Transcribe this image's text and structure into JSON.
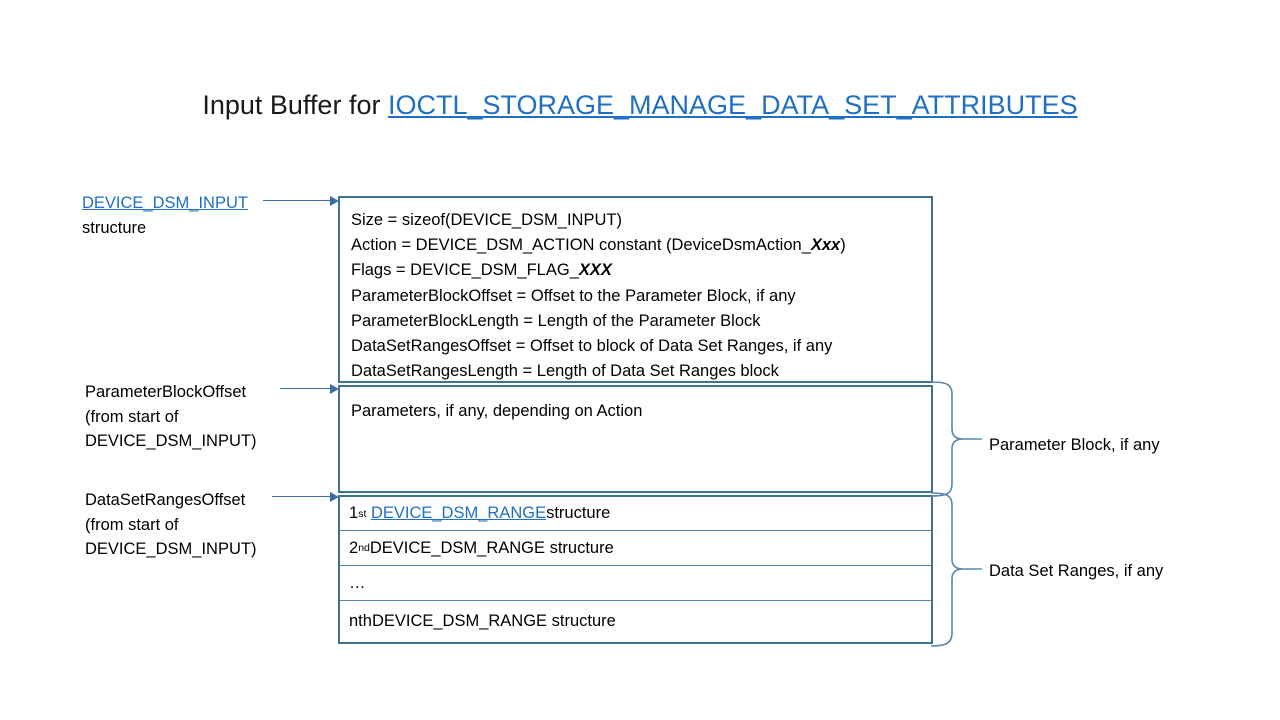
{
  "title": {
    "prefix": "Input Buffer for ",
    "link": "IOCTL_STORAGE_MANAGE_DATA_SET_ATTRIBUTES"
  },
  "side_labels": {
    "device_dsm_input": {
      "link": "DEVICE_DSM_INPUT",
      "line2": "structure"
    },
    "parameter_block_offset": {
      "line1": "ParameterBlockOffset",
      "line2": "(from start of",
      "line3": "DEVICE_DSM_INPUT)"
    },
    "dataset_ranges_offset": {
      "line1": "DataSetRangesOffset",
      "line2": "(from start of",
      "line3": "DEVICE_DSM_INPUT)"
    }
  },
  "header_box": {
    "lines": [
      {
        "text": "Size  = sizeof(DEVICE_DSM_INPUT)"
      },
      {
        "pre": "Action = DEVICE_DSM_ACTION  constant (DeviceDsmAction_",
        "em": "Xxx",
        "post": ")"
      },
      {
        "pre": "Flags = DEVICE_DSM_FLAG_",
        "em": "XXX",
        "post": ""
      },
      {
        "text": "ParameterBlockOffset  = Offset to the Parameter Block, if any"
      },
      {
        "text": "ParameterBlockLength  = Length of the Parameter  Block"
      },
      {
        "text": "DataSetRangesOffset  = Offset to block of Data Set Ranges, if any"
      },
      {
        "text": "DataSetRangesLength  = Length of Data Set Ranges block"
      }
    ]
  },
  "parameters_box": {
    "text": "Parameters, if any, depending on Action"
  },
  "ranges_box": {
    "rows": [
      {
        "ordinal": "1",
        "sup": "st",
        "link": "DEVICE_DSM_RANGE ",
        "tail": "structure"
      },
      {
        "ordinal": "2",
        "sup": "nd",
        "plain": " DEVICE_DSM_RANGE  structure"
      },
      {
        "ordinal": "…",
        "sup": "",
        "plain": ""
      },
      {
        "ordinal": "nth",
        "sup": "",
        "plain": " DEVICE_DSM_RANGE  structure"
      }
    ]
  },
  "brace_labels": {
    "parameter_block": "Parameter Block, if any",
    "dataset_ranges": "Data Set Ranges, if any"
  },
  "colors": {
    "link": "#1F6FC4",
    "box_border": "#40718F",
    "row_divider": "#5A86AD",
    "arrow": "#3A6EA5",
    "text": "#000000"
  }
}
